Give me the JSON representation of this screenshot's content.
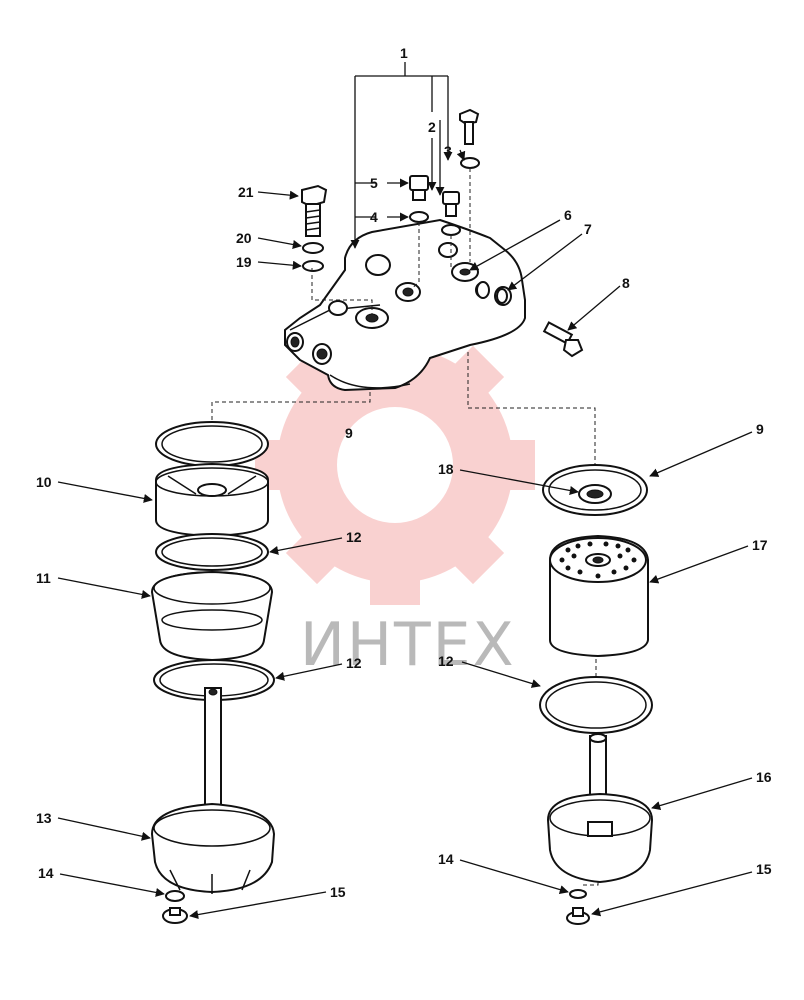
{
  "watermark": {
    "text": "ИНТЕХ",
    "color": "#e8322c"
  },
  "callouts": {
    "c1": "1",
    "c2": "2",
    "c3": "3",
    "c4": "4",
    "c5": "5",
    "c6": "6",
    "c7": "7",
    "c8": "8",
    "c9a": "9",
    "c9b": "9",
    "c10": "10",
    "c11": "11",
    "c12a": "12",
    "c12b": "12",
    "c12c": "12",
    "c13": "13",
    "c14a": "14",
    "c14b": "14",
    "c15a": "15",
    "c15b": "15",
    "c16": "16",
    "c17": "17",
    "c18": "18",
    "c19": "19",
    "c20": "20",
    "c21": "21"
  }
}
